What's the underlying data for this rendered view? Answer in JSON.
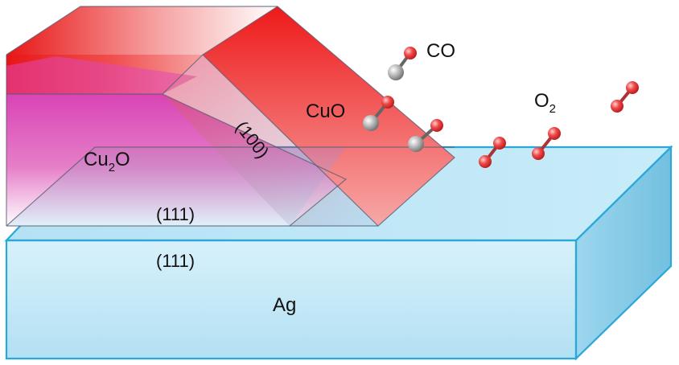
{
  "labels": {
    "co": "CO",
    "cuo": "CuO",
    "o2_main": "O",
    "o2_sub": "2",
    "face_100": "(100)",
    "cu2o_main": "Cu",
    "cu2o_sub": "2",
    "cu2o_tail": "O",
    "interface_111_upper": "(111)",
    "interface_111_lower": "(111)",
    "substrate": "Ag"
  },
  "colors": {
    "substrate_fill": "#bfe6f7",
    "substrate_edge": "#2aa8d8",
    "substrate_side": "#8ecfe9",
    "cuo_red": "#ee1c1c",
    "cu2o_magenta": "#dd3fb8",
    "oxygen_atom": "#e23a3a",
    "carbon_atom": "#9a9a9a"
  },
  "molecules": [
    {
      "type": "co-icon",
      "name": "co-molecule"
    },
    {
      "type": "co-icon",
      "name": "co-molecule"
    },
    {
      "type": "co-icon",
      "name": "co-molecule"
    },
    {
      "type": "o2-icon",
      "name": "o2-molecule"
    },
    {
      "type": "o2-icon",
      "name": "o2-molecule"
    },
    {
      "type": "o2-icon",
      "name": "o2-molecule"
    }
  ]
}
